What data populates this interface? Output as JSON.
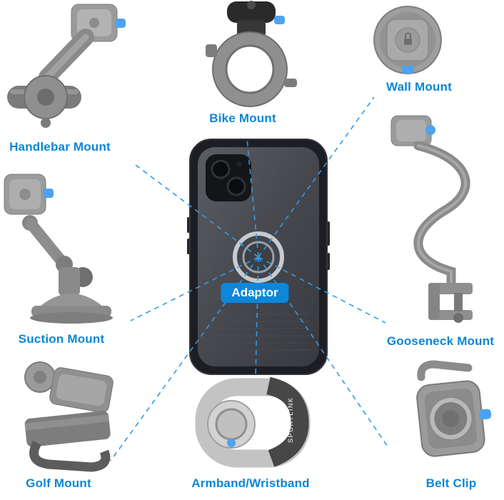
{
  "center": {
    "label": "Adaptor"
  },
  "mounts": [
    {
      "id": "handlebar",
      "label": "Handlebar Mount"
    },
    {
      "id": "bike",
      "label": "Bike Mount"
    },
    {
      "id": "wall",
      "label": "Wall Mount"
    },
    {
      "id": "suction",
      "label": "Suction Mount"
    },
    {
      "id": "gooseneck",
      "label": "Gooseneck Mount"
    },
    {
      "id": "golf",
      "label": "Golf Mount"
    },
    {
      "id": "armband",
      "label": "Armband/Wristband",
      "brand": "SPORTLINK"
    },
    {
      "id": "belt",
      "label": "Belt Clip"
    }
  ],
  "colors": {
    "label_blue": "#0b86d6",
    "line_blue": "#2f9ce8",
    "accent_knob_blue": "#4da3ef"
  }
}
